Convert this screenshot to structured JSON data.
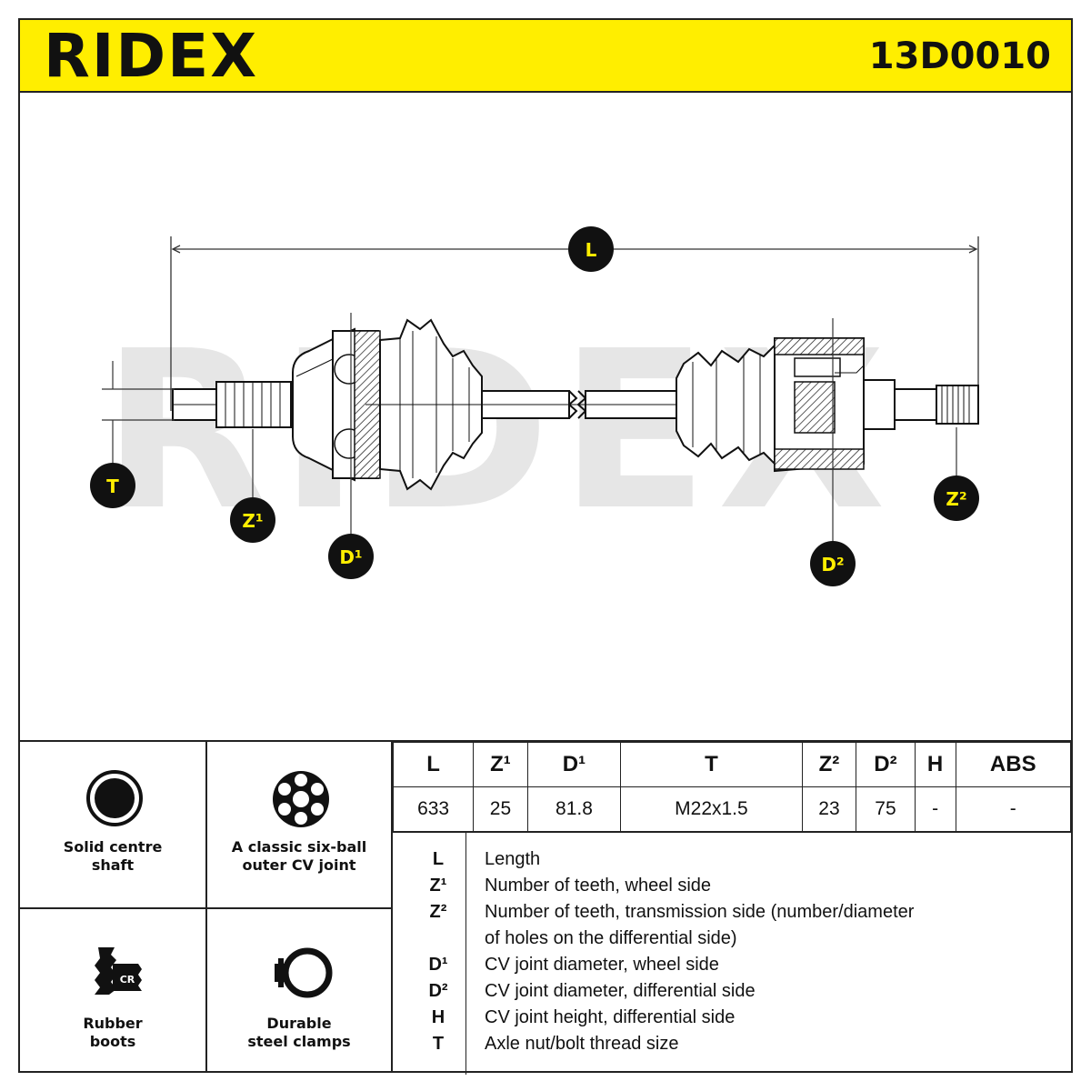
{
  "header": {
    "brand": "RIDEX",
    "part_number": "13D0010",
    "accent_color": "#ffee00"
  },
  "drawing": {
    "watermark": "RIDEX",
    "labels": {
      "L": "L",
      "T": "T",
      "Z1": "Z¹",
      "D1": "D¹",
      "D2": "D²",
      "Z2": "Z²"
    }
  },
  "features": [
    {
      "icon": "solid-shaft-icon",
      "label_line1": "Solid centre",
      "label_line2": "shaft"
    },
    {
      "icon": "six-ball-cv-joint-icon",
      "label_line1": "A classic six-ball",
      "label_line2": "outer CV joint"
    },
    {
      "icon": "rubber-boot-cr-icon",
      "label_line1": "Rubber",
      "label_line2": "boots",
      "badge": "CR"
    },
    {
      "icon": "steel-clamp-icon",
      "label_line1": "Durable",
      "label_line2": "steel clamps"
    }
  ],
  "specs": {
    "headers": [
      "L",
      "Z¹",
      "D¹",
      "T",
      "Z²",
      "D²",
      "H",
      "ABS"
    ],
    "values": [
      "633",
      "25",
      "81.8",
      "M22x1.5",
      "23",
      "75",
      "-",
      "-"
    ]
  },
  "legend": [
    {
      "key": "L",
      "text": "Length"
    },
    {
      "key": "Z¹",
      "text": "Number of teeth, wheel side"
    },
    {
      "key": "Z²",
      "text": "Number of teeth, transmission side (number/diameter"
    },
    {
      "key": "",
      "text": "of holes on the differential side)"
    },
    {
      "key": "D¹",
      "text": "CV joint diameter, wheel side"
    },
    {
      "key": "D²",
      "text": "CV joint diameter, differential side"
    },
    {
      "key": "H",
      "text": "CV joint height, differential side"
    },
    {
      "key": "T",
      "text": "Axle nut/bolt thread size"
    }
  ]
}
